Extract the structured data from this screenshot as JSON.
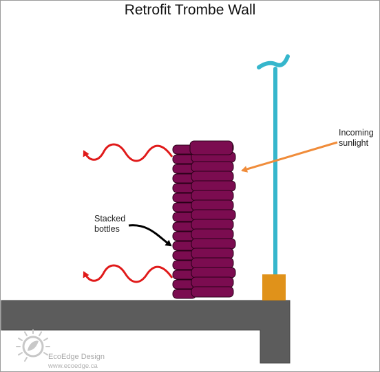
{
  "title": "Retrofit Trombe Wall",
  "labels": {
    "sunlight": [
      "Incoming",
      "sunlight"
    ],
    "bottles": [
      "Stacked",
      "bottles"
    ]
  },
  "branding": {
    "name": "EcoEdge Design",
    "url": "www.ecoedge.ca"
  },
  "colors": {
    "bottle_fill": "#7b0c50",
    "bottle_stroke": "#2a0018",
    "pole": "#36b6cc",
    "pole_base": "#e0921a",
    "floor": "#5c5c5c",
    "heat_arrows": "#e01a1a",
    "sun_arrow": "#f08c3a",
    "label_arrow": "#000000"
  },
  "icons": {
    "logo": "sun-leaf-logo-icon"
  }
}
